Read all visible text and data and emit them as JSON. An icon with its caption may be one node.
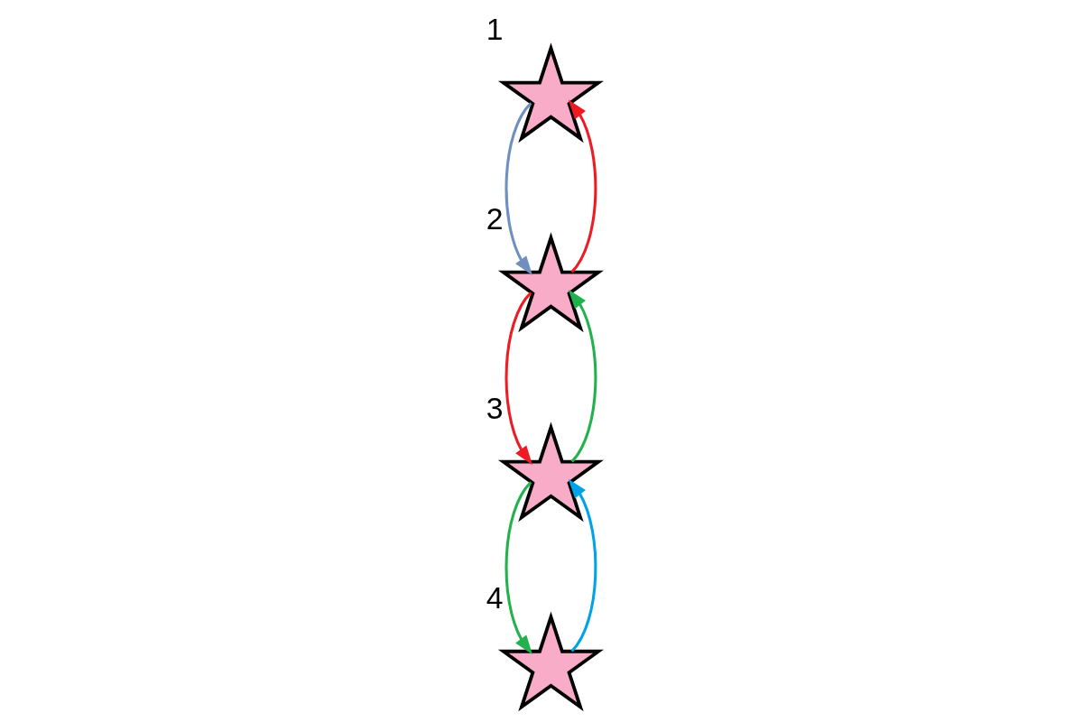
{
  "diagram": {
    "nodes": [
      {
        "text": [],
        "shape": "star",
        "beside": [
          "1"
        ]
      },
      {
        "text": [],
        "shape": "star",
        "beside": [
          "3"
        ]
      },
      {
        "text": [],
        "shape": "star",
        "beside": [
          "4"
        ]
      },
      {
        "text": [],
        "shape": "star",
        "beside": [
          "2"
        ]
      }
    ],
    "edges": [
      {
        "from": 0,
        "to": 3,
        "arrow": "to",
        "color": "#6f8fc0"
      },
      {
        "from": 3,
        "to": 0,
        "arrow": "to",
        "color": "#ed1c24"
      },
      {
        "from": 3,
        "to": 1,
        "arrow": "to",
        "color": "#ed1c24"
      },
      {
        "from": 1,
        "to": 3,
        "arrow": "to",
        "color": "#22b14c"
      },
      {
        "from": 2,
        "to": 1,
        "arrow": "to",
        "color": "#00a2e8"
      },
      {
        "from": 1,
        "to": 2,
        "arrow": "to",
        "color": "#22b14c"
      }
    ]
  }
}
